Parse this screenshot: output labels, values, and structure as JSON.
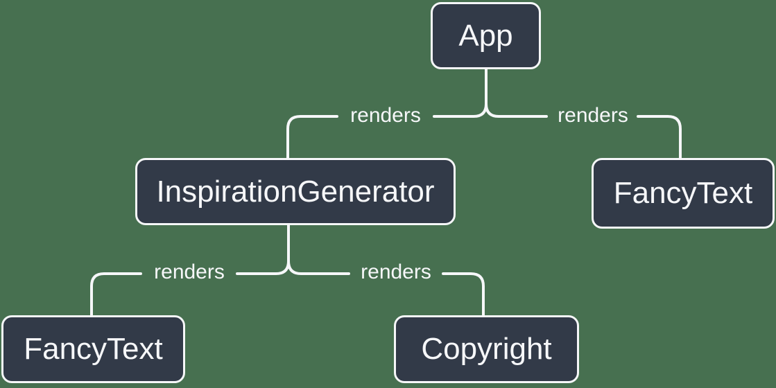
{
  "diagram": {
    "type": "tree",
    "description": "Component render tree",
    "nodes": [
      {
        "id": "app",
        "label": "App"
      },
      {
        "id": "inspiration-generator",
        "label": "InspirationGenerator"
      },
      {
        "id": "fancy-text-right",
        "label": "FancyText"
      },
      {
        "id": "fancy-text-left",
        "label": "FancyText"
      },
      {
        "id": "copyright",
        "label": "Copyright"
      }
    ],
    "edges": [
      {
        "from": "App",
        "to": "InspirationGenerator",
        "label": "renders"
      },
      {
        "from": "App",
        "to": "FancyText",
        "label": "renders"
      },
      {
        "from": "InspirationGenerator",
        "to": "FancyText",
        "label": "renders"
      },
      {
        "from": "InspirationGenerator",
        "to": "Copyright",
        "label": "renders"
      }
    ],
    "colors": {
      "background": "#477050",
      "node_fill": "#323A48",
      "node_border": "#F6F7F9",
      "line": "#F6F7F9",
      "text": "#F6F7F9"
    }
  }
}
